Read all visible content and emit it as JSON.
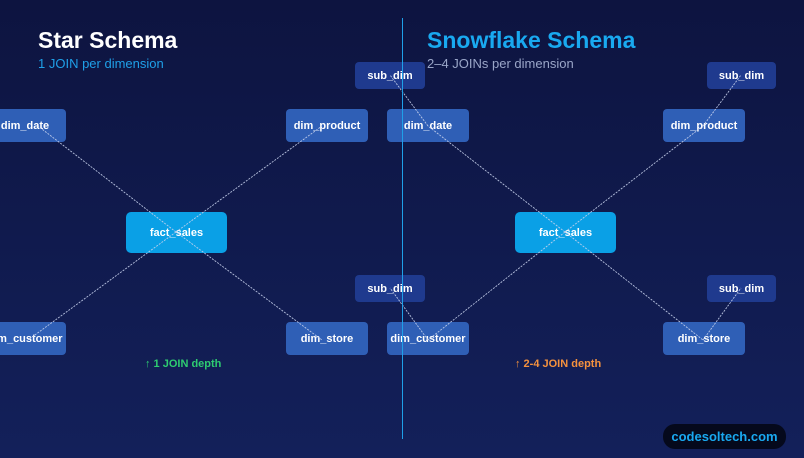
{
  "star": {
    "title": "Star Schema",
    "subtitle": "1 JOIN per dimension",
    "depth": "↑ 1 JOIN depth",
    "nodes": {
      "dim_date": "dim_date",
      "dim_product": "dim_product",
      "fact_sales": "fact_sales",
      "dim_customer": "dim_customer",
      "dim_store": "dim_store",
      "sub_dim": "sub_dim"
    }
  },
  "snowflake": {
    "title": "Snowflake Schema",
    "subtitle": "2–4 JOINs per dimension",
    "depth": "↑ 2-4 JOIN depth",
    "nodes": {
      "sub_dim_top_right": "sub_dim",
      "dim_date": "dim_date",
      "dim_product": "dim_product",
      "fact_sales": "fact_sales",
      "sub_dim_bottom_right": "sub_dim",
      "dim_customer": "dim_customer",
      "dim_store": "dim_store"
    }
  },
  "brand": {
    "label": "codesoltech.com"
  },
  "colors": {
    "background": "#0f1a4e",
    "accent": "#0aa0e6",
    "dimension_node": "#2f5fb6",
    "sub_dimension_node": "#1f3a8e",
    "star_depth": "#2ecc71",
    "snowflake_depth": "#f5923e",
    "connector": "#c9d3ee"
  }
}
